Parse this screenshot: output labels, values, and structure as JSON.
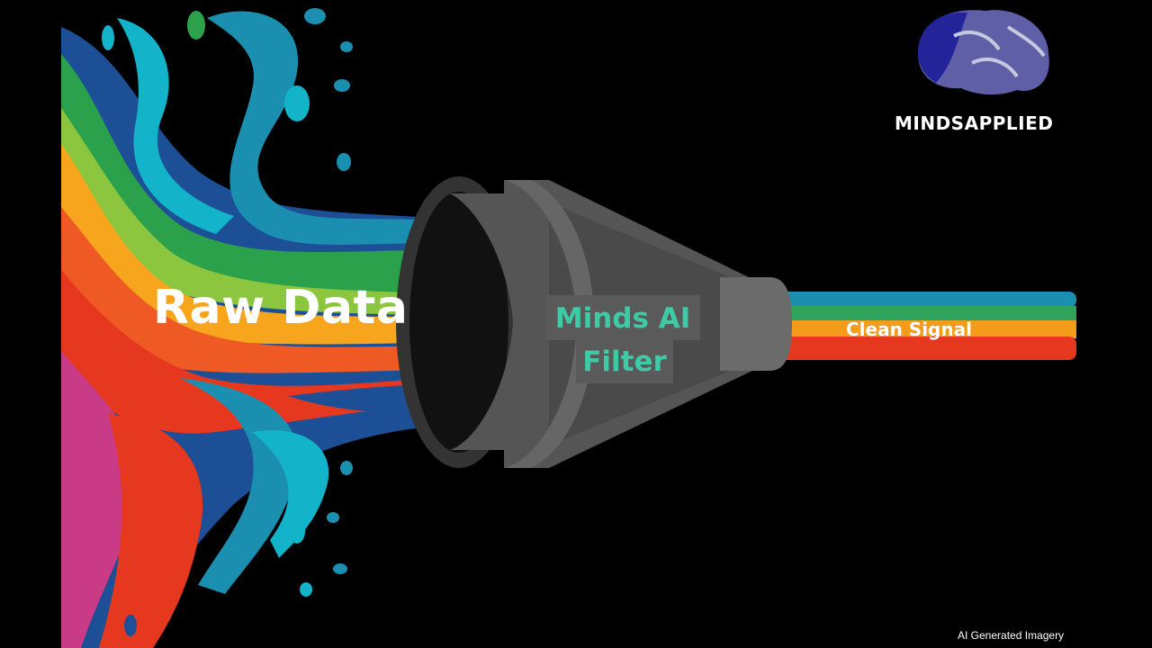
{
  "graphic": {
    "raw_label": "Raw Data",
    "filter_label_line1": "Minds AI",
    "filter_label_line2": "Filter",
    "output_label": "Clean Signal"
  },
  "brand": {
    "name": "MINDSAPPLIED",
    "logo_icon": "brain-icon"
  },
  "footer": {
    "credit": "AI Generated Imagery"
  },
  "colors": {
    "background": "#000000",
    "filter_text": "#3fcaa6",
    "funnel": "#5b5b5b",
    "stream_teal": "#1a8fb0",
    "stream_green": "#2fa35a",
    "stream_orange": "#f49b1a",
    "stream_red": "#e5381f"
  }
}
